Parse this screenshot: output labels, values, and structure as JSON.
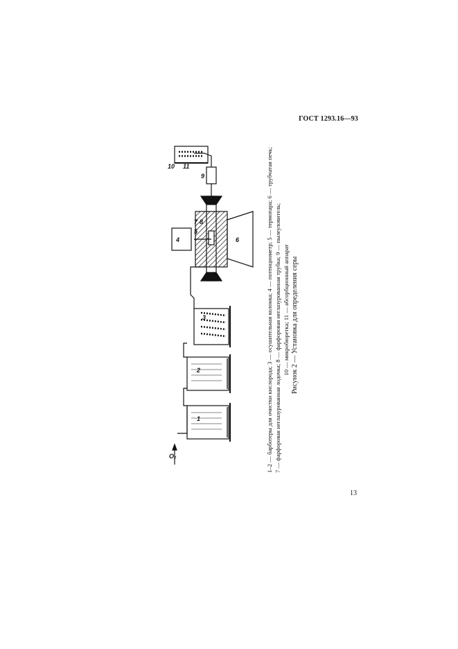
{
  "header": {
    "code": "ГОСТ 1293.16—93"
  },
  "figure": {
    "caption": "Рисунок 2 — Установка для определения серы",
    "labels": {
      "o2": "O₂",
      "n1": "1",
      "n2": "2",
      "n3": "3",
      "n4": "4",
      "n5": "5",
      "n6": "6",
      "n7": "7",
      "n8": "8",
      "n9": "9",
      "n10": "10",
      "n11": "11"
    },
    "legend_line1": "1–2 — барботеры для очистки кислорода; 3 — осушительная колонка; 4 — потенциометр; 5 — термопара; 6 — трубчатая печь; 7 — фарфоровая неглазурованная лодочка; 8 — фарфоровая неглазурованная трубка; 9 — пылеуловитель;",
    "legend_line2": "10 — микробюретка; 11 — абсорбционный аппарат"
  },
  "footer": {
    "page_number": "13"
  }
}
